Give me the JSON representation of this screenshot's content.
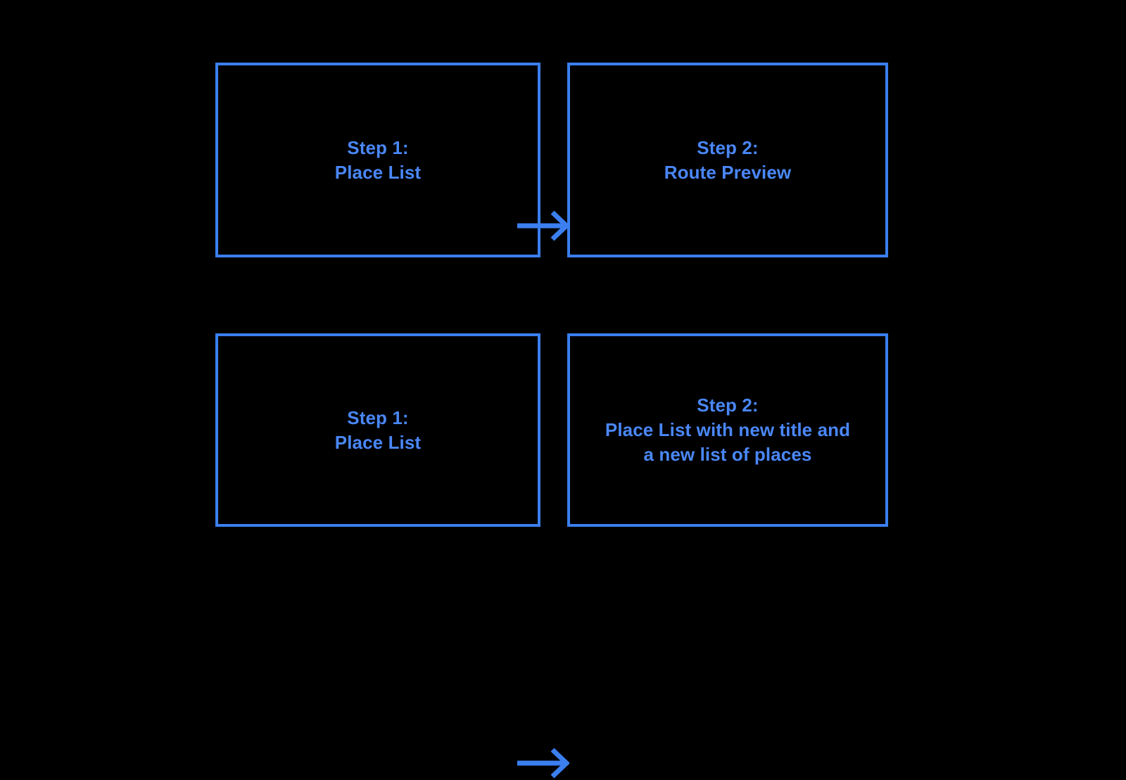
{
  "diagram": {
    "background_color": "#000000",
    "border_color": "#3b7ff0",
    "text_color": "#4a87f7",
    "rows": [
      {
        "name": "route-preview-flow",
        "from": {
          "title": "Step 1:",
          "subtitle": "Place List",
          "full_text": "Step 1:\nPlace List"
        },
        "connector": {
          "icon": "arrow-right-icon",
          "direction": "right"
        },
        "to": {
          "title": "Step 2:",
          "subtitle": "Route Preview",
          "full_text": "Step 2:\nRoute Preview"
        }
      },
      {
        "name": "new-place-list-flow",
        "from": {
          "title": "Step 1:",
          "subtitle": "Place List",
          "full_text": "Step 1:\nPlace List"
        },
        "connector": {
          "icon": "arrow-right-icon",
          "direction": "right"
        },
        "to": {
          "title": "Step 2:",
          "subtitle": "Place List with new title and a new list of places",
          "full_text": "Step 2:\nPlace List with new title and\na new list of places"
        }
      }
    ]
  }
}
